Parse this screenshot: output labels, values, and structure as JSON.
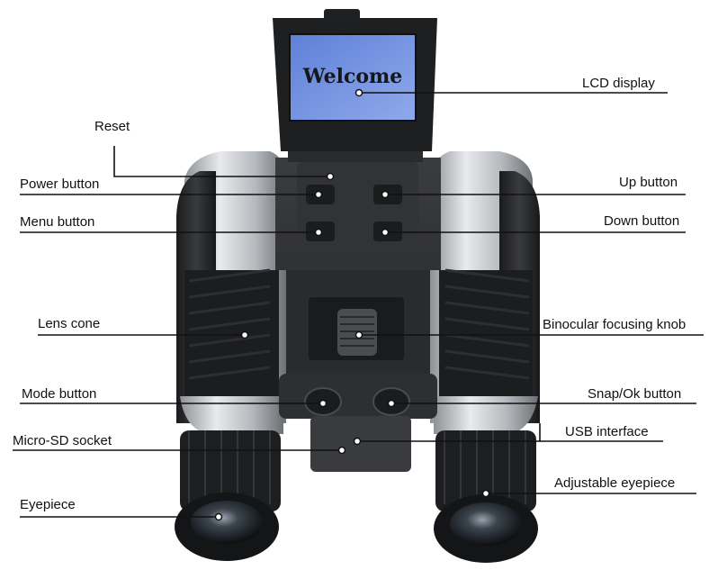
{
  "screen": {
    "text": "Welcome"
  },
  "labels": {
    "lcd_display": "LCD display",
    "reset": "Reset",
    "power_button": "Power button",
    "up_button": "Up button",
    "menu_button": "Menu button",
    "down_button": "Down button",
    "lens_cone": "Lens cone",
    "focusing_knob": "Binocular focusing knob",
    "mode_button": "Mode button",
    "snap_ok_button": "Snap/Ok button",
    "usb_interface": "USB interface",
    "micro_sd_socket": "Micro-SD socket",
    "adjustable_eyepiece": "Adjustable eyepiece",
    "eyepiece": "Eyepiece"
  },
  "colors": {
    "body_dark": "#2b2c2e",
    "body_black": "#151516",
    "silver": "#c9cbcf",
    "screen_blue": "#6f8fe0",
    "leader_line": "#111111"
  }
}
